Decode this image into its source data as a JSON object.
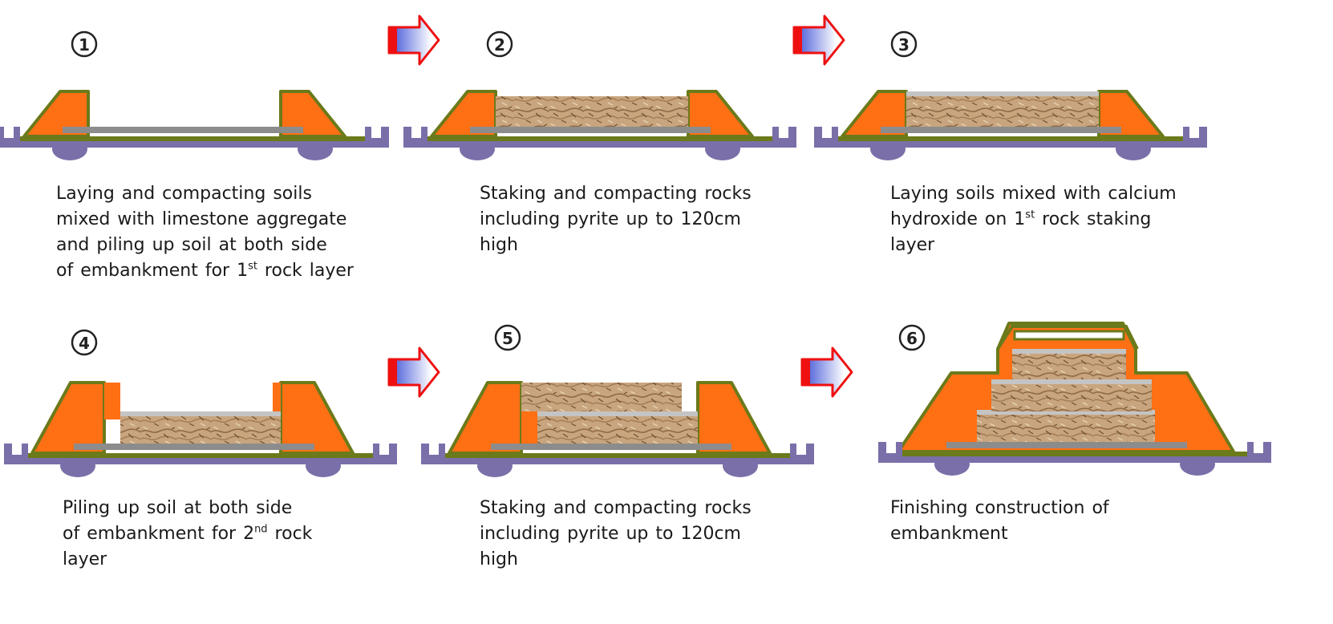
{
  "steps": [
    {
      "number": "1",
      "caption": [
        {
          "text": "Laying and compacting soils"
        },
        {
          "text": "mixed with limestone aggregate"
        },
        {
          "text": "and piling up soil at both side"
        },
        {
          "text": "of embankment for 1",
          "sup": "st",
          "after": " rock layer"
        }
      ]
    },
    {
      "number": "2",
      "caption": [
        {
          "text": "Staking and compacting rocks"
        },
        {
          "text": "including pyrite up to 120cm"
        },
        {
          "text": "high"
        }
      ]
    },
    {
      "number": "3",
      "caption": [
        {
          "text": "Laying soils mixed with calcium"
        },
        {
          "text": "hydroxide on 1",
          "sup": "st",
          "after": " rock staking"
        },
        {
          "text": "layer"
        }
      ]
    },
    {
      "number": "4",
      "caption": [
        {
          "text": "Piling up soil at both side"
        },
        {
          "text": "of embankment for 2",
          "sup": "nd",
          "after": " rock"
        },
        {
          "text": "layer"
        }
      ]
    },
    {
      "number": "5",
      "caption": [
        {
          "text": "Staking and compacting rocks"
        },
        {
          "text": "including pyrite up to 120cm"
        },
        {
          "text": "high"
        }
      ]
    },
    {
      "number": "6",
      "caption": [
        {
          "text": "Finishing construction of"
        },
        {
          "text": "embankment"
        }
      ]
    }
  ],
  "colors": {
    "soil": "#ff6f14",
    "soil_edge": "#6b7a1a",
    "rock": "#c8a57e",
    "rock_dark": "#8f6a44",
    "gray_layer": "#8c8c8c",
    "light_layer": "#c4c4c4",
    "foundation": "#7a6fa8",
    "arrow_red": "#ee1010",
    "arrow_blue": "#3a4fd6"
  }
}
